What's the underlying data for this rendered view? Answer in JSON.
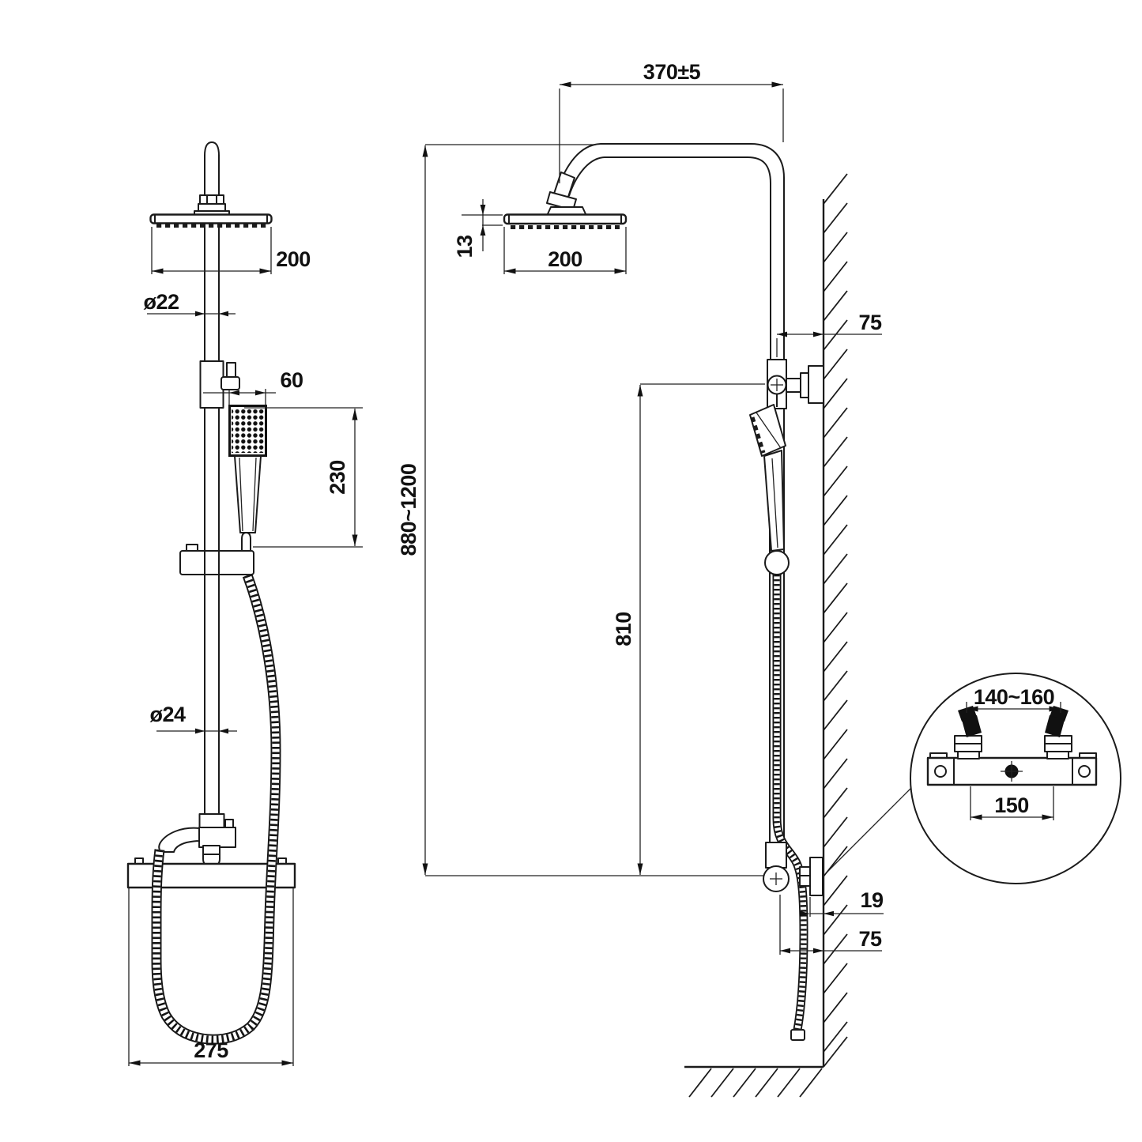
{
  "front_view": {
    "head_width": "200",
    "pipe_diameter": "ø22",
    "handset_width": "60",
    "handset_length": "230",
    "riser_diameter": "ø24",
    "valve_width": "275"
  },
  "side_view": {
    "arm_reach": "370±5",
    "head_thickness": "13",
    "head_width": "200",
    "upper_wall_offset": "75",
    "height_range": "880~1200",
    "bracket_height": "810",
    "lower_standoff": "19",
    "lower_wall_offset": "75"
  },
  "detail_view": {
    "inlet_spacing_range": "140~160",
    "inlet_center_distance": "150"
  }
}
